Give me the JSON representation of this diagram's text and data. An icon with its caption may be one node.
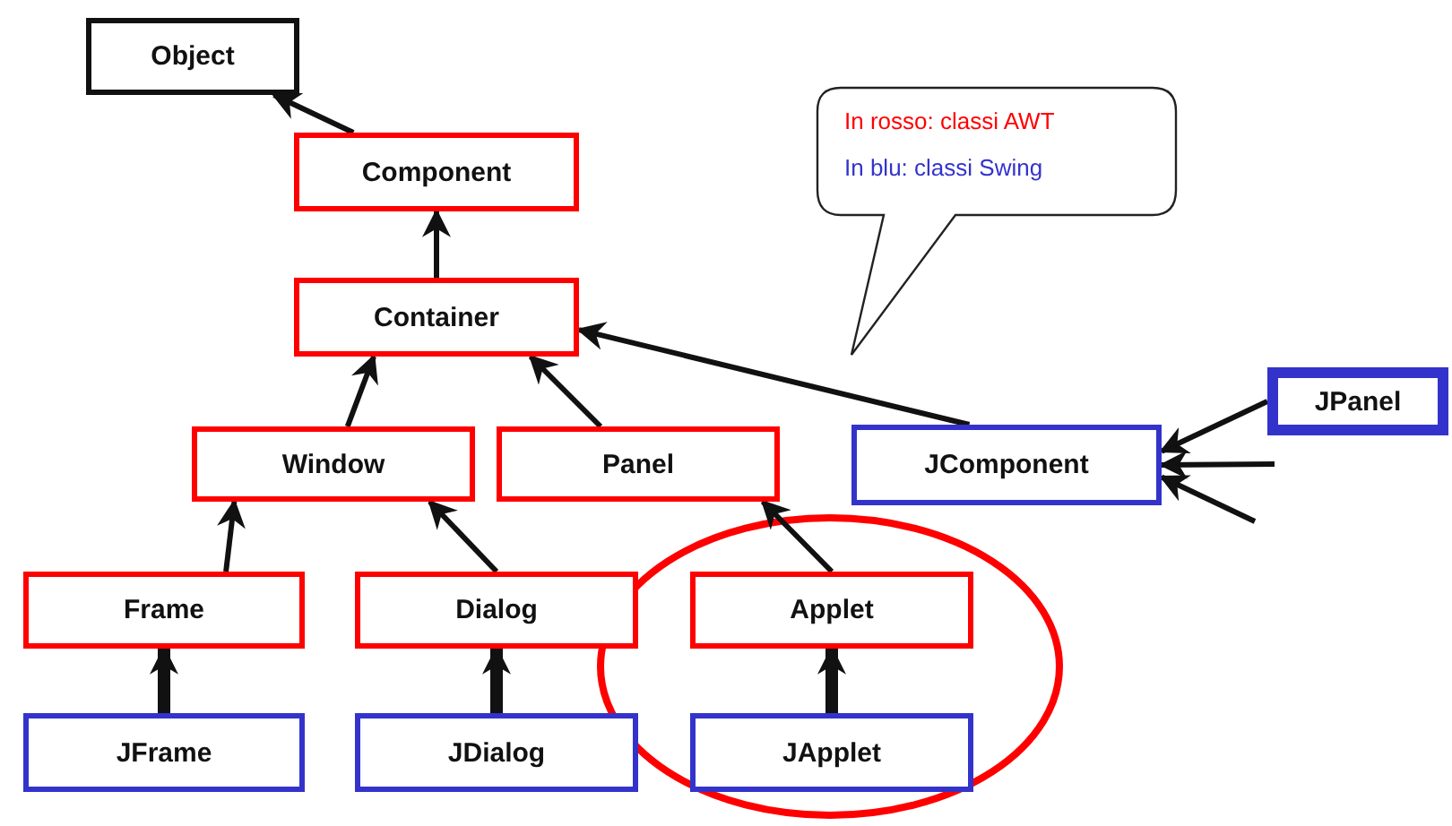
{
  "diagram": {
    "nodes": [
      {
        "text": [
          "Object"
        ]
      },
      {
        "text": [
          "Component"
        ]
      },
      {
        "text": [
          "Container"
        ]
      },
      {
        "text": [
          "Window"
        ]
      },
      {
        "text": [
          "Panel"
        ]
      },
      {
        "text": [
          "JComponent"
        ]
      },
      {
        "text": [
          "JPanel"
        ]
      },
      {
        "text": [
          "Frame"
        ]
      },
      {
        "text": [
          "Dialog"
        ]
      },
      {
        "text": [
          "Applet"
        ]
      },
      {
        "text": [
          "JFrame"
        ]
      },
      {
        "text": [
          "JDialog"
        ]
      },
      {
        "text": [
          "JApplet"
        ]
      },
      {
        "text": [
          "In rosso: classi AWT",
          "In blu: classi Swing"
        ]
      }
    ],
    "edges": [
      {
        "from": 1,
        "to": 0,
        "arrow": "to"
      },
      {
        "from": 2,
        "to": 1,
        "arrow": "to"
      },
      {
        "from": 3,
        "to": 2,
        "arrow": "to"
      },
      {
        "from": 4,
        "to": 2,
        "arrow": "to"
      },
      {
        "from": 5,
        "to": 2,
        "arrow": "to"
      },
      {
        "from": 6,
        "to": 5,
        "arrow": "to"
      },
      {
        "from": null,
        "to": 5,
        "arrow": "to"
      },
      {
        "from": null,
        "to": 5,
        "arrow": "to"
      },
      {
        "from": 7,
        "to": 3,
        "arrow": "to"
      },
      {
        "from": 8,
        "to": 3,
        "arrow": "to"
      },
      {
        "from": 9,
        "to": 4,
        "arrow": "to"
      },
      {
        "from": 10,
        "to": 7,
        "arrow": "to",
        "style": "thick"
      },
      {
        "from": 11,
        "to": 8,
        "arrow": "to",
        "style": "thick"
      },
      {
        "from": 12,
        "to": 9,
        "arrow": "to",
        "style": "thick"
      }
    ]
  }
}
